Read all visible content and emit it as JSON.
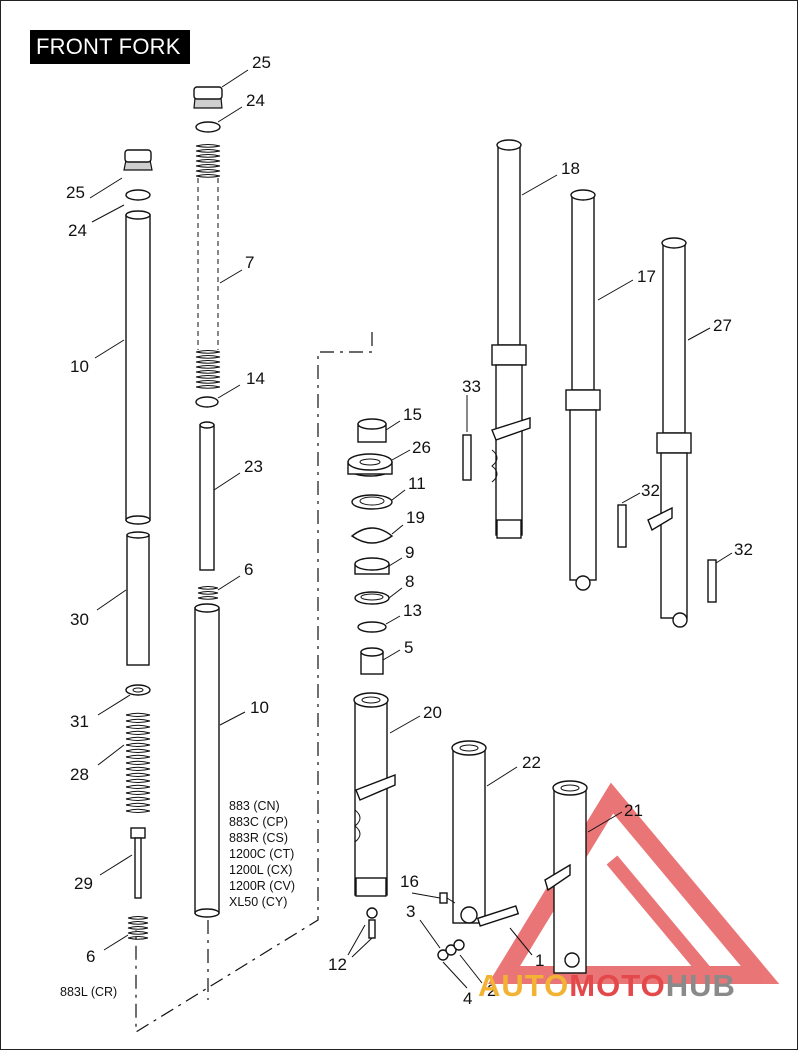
{
  "title": "FRONT FORK",
  "callouts": [
    "25",
    "24",
    "25",
    "24",
    "7",
    "10",
    "14",
    "23",
    "6",
    "10",
    "30",
    "31",
    "28",
    "29",
    "6",
    "15",
    "26",
    "11",
    "19",
    "9",
    "8",
    "13",
    "5",
    "20",
    "22",
    "21",
    "18",
    "17",
    "27",
    "33",
    "32",
    "32",
    "16",
    "3",
    "1",
    "2",
    "4",
    "12"
  ],
  "models_left": [
    "883 (CN)",
    "883C (CP)",
    "883R (CS)",
    "1200C (CT)",
    "1200L (CX)",
    "1200R (CV)",
    "XL50 (CY)"
  ],
  "model_883l": "883L (CR)",
  "watermark": {
    "part1": "AUTO",
    "part2": "MOTO",
    "part3": "HUB",
    "color_a": "#f2b233",
    "color_m": "#e3484a",
    "color_h": "#8a8a8a"
  }
}
